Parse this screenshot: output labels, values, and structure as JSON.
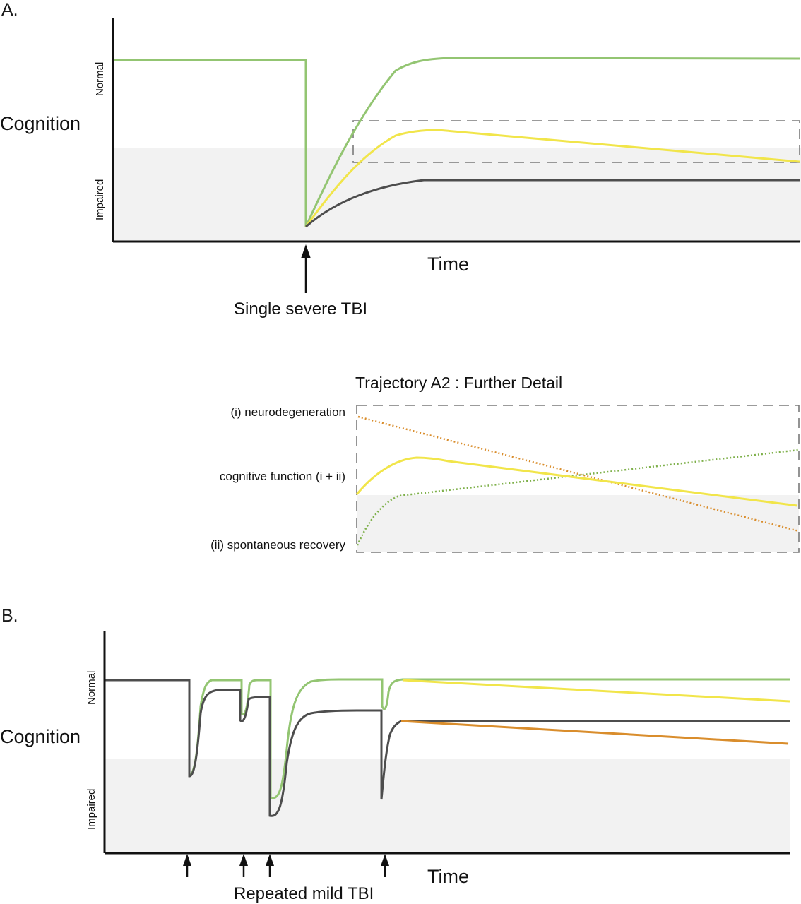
{
  "panel_a": {
    "label": "A.",
    "y_axis_label": "Cognition",
    "y_tick_top": "Normal",
    "y_tick_bottom": "Impaired",
    "x_axis_label": "Time",
    "event_label": "Single severe TBI"
  },
  "detail": {
    "title": "Trajectory A2 : Further Detail",
    "label_neurodegeneration": "(i) neurodegeneration",
    "label_cognitive": "cognitive function (i + ii)",
    "label_recovery": "(ii) spontaneous recovery"
  },
  "panel_b": {
    "label": "B.",
    "y_axis_label": "Cognition",
    "y_tick_top": "Normal",
    "y_tick_bottom": "Impaired",
    "x_axis_label": "Time",
    "event_label": "Repeated mild TBI"
  },
  "colors": {
    "green": "#93c572",
    "yellow": "#f1e54a",
    "dark": "#4d4d4d",
    "orange": "#d98d2c",
    "dotted_green": "#7eb04a",
    "impaired_zone": "#f2f2f2",
    "dashed_box": "#7a7a7a"
  }
}
